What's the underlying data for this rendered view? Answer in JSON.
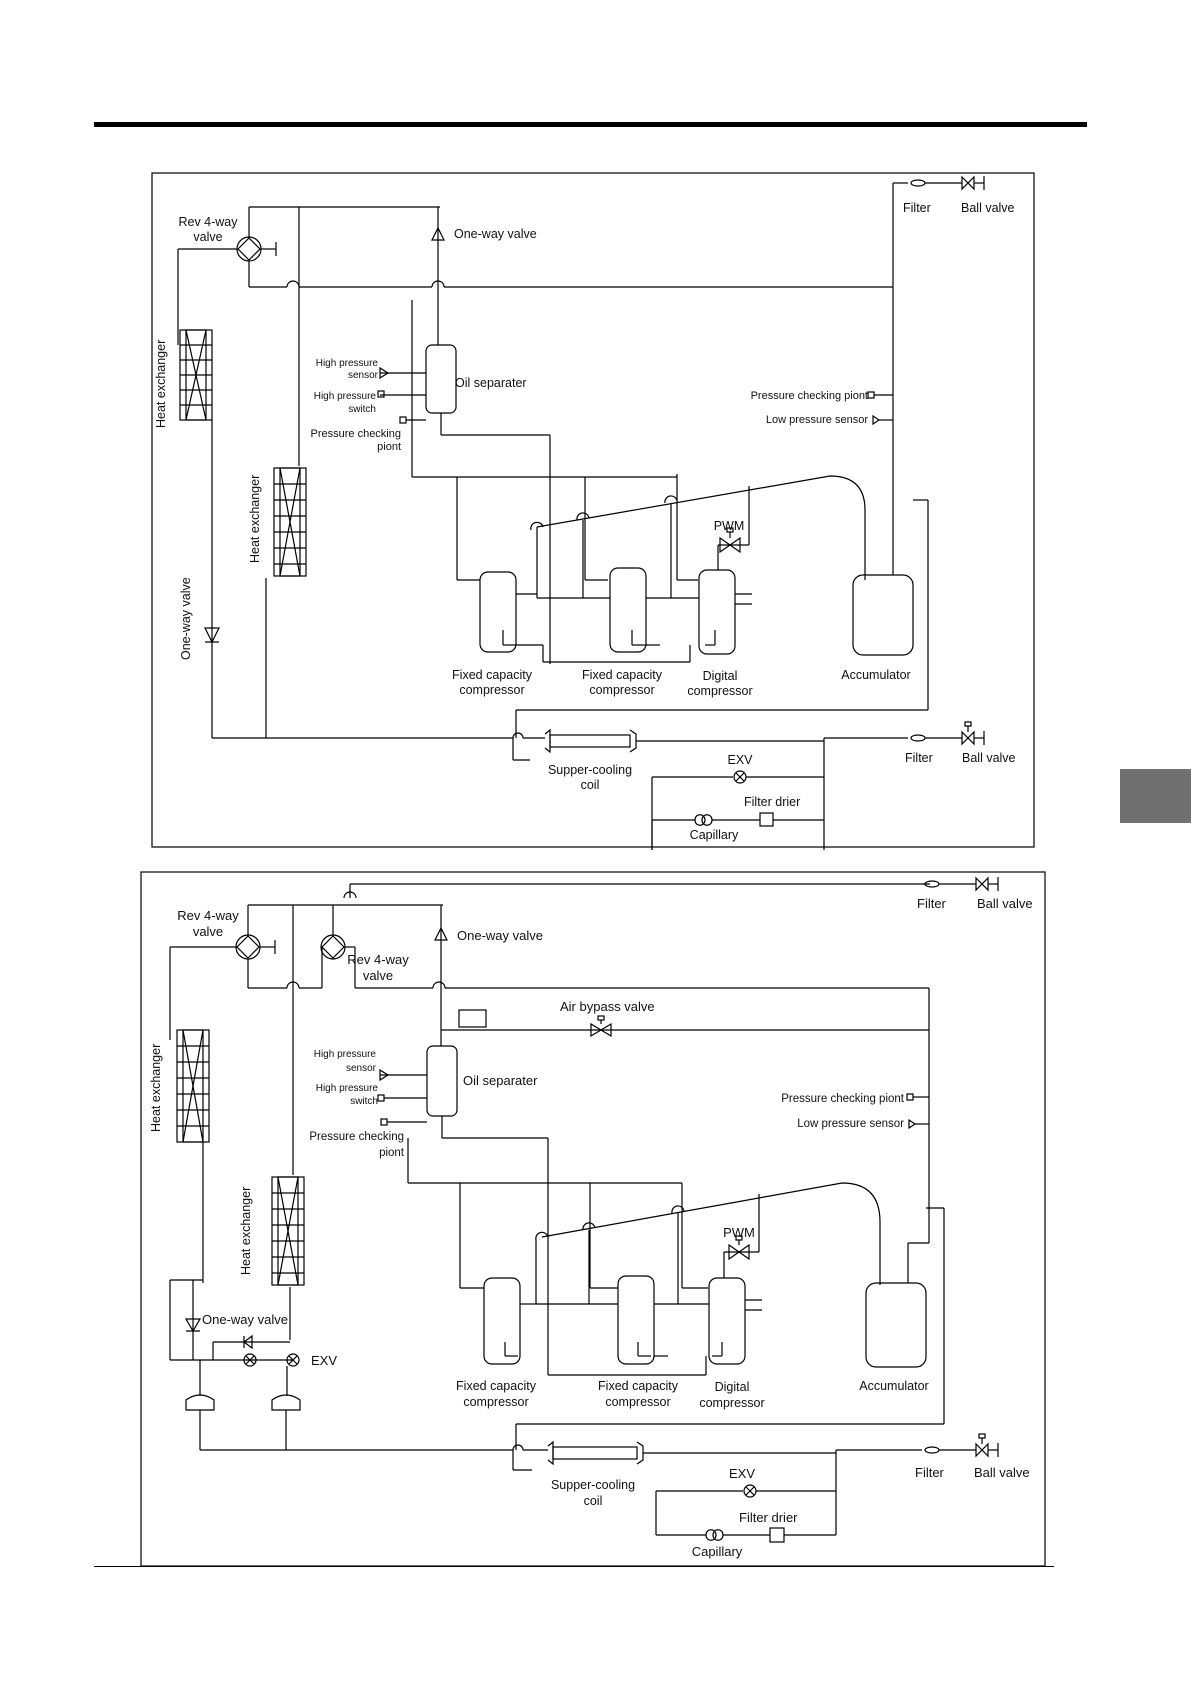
{
  "page": {
    "marker_color": "#707070"
  },
  "diagram1": {
    "rev4way": [
      "Rev 4-way",
      "valve"
    ],
    "one_way_top": "One-way valve",
    "one_way_left": "One-way valve",
    "filter_top": "Filter",
    "ball_top": "Ball valve",
    "hex1": "Heat exchanger",
    "hex2": "Heat exchanger",
    "hp_sensor": [
      "High pressure",
      "sensor"
    ],
    "hp_switch": [
      "High pressure",
      "switch"
    ],
    "pcp_left": [
      "Pressure checking",
      "piont"
    ],
    "oil_sep": "Oil separater",
    "pcp_right": "Pressure checking piont",
    "lp_sensor": "Low pressure sensor",
    "pwm": "PWM",
    "fixed1": [
      "Fixed capacity",
      "compressor"
    ],
    "fixed2": [
      "Fixed capacity",
      "compressor"
    ],
    "digital": [
      "Digital",
      "compressor"
    ],
    "accumulator": "Accumulator",
    "filter_bottom": "Filter",
    "ball_bottom": "Ball valve",
    "exv": "EXV",
    "supper": [
      "Supper-cooling",
      "coil"
    ],
    "filter_drier": "Filter drier",
    "capillary": "Capillary"
  },
  "diagram2": {
    "rev4way_a": [
      "Rev 4-way",
      "valve"
    ],
    "rev4way_b": [
      "Rev 4-way",
      "valve"
    ],
    "one_way_top": "One-way valve",
    "filter_top": "Filter",
    "ball_top": "Ball valve",
    "air_bypass": "Air bypass valve",
    "hex1": "Heat exchanger",
    "hex2": "Heat exchanger",
    "hp_sensor": [
      "High pressure",
      "sensor"
    ],
    "hp_switch": [
      "High pressure",
      "switch"
    ],
    "pcp_left": [
      "Pressure checking",
      "piont"
    ],
    "oil_sep": "Oil separater",
    "pcp_right": "Pressure checking piont",
    "lp_sensor": "Low pressure sensor",
    "pwm": "PWM",
    "one_way_left": "One-way valve",
    "exv_left": "EXV",
    "fixed1": [
      "Fixed capacity",
      "compressor"
    ],
    "fixed2": [
      "Fixed capacity",
      "compressor"
    ],
    "digital": [
      "Digital",
      "compressor"
    ],
    "accumulator": "Accumulator",
    "filter_bottom": "Filter",
    "ball_bottom": "Ball valve",
    "exv": "EXV",
    "supper": [
      "Supper-cooling",
      "coil"
    ],
    "filter_drier": "Filter drier",
    "capillary": "Capillary"
  }
}
